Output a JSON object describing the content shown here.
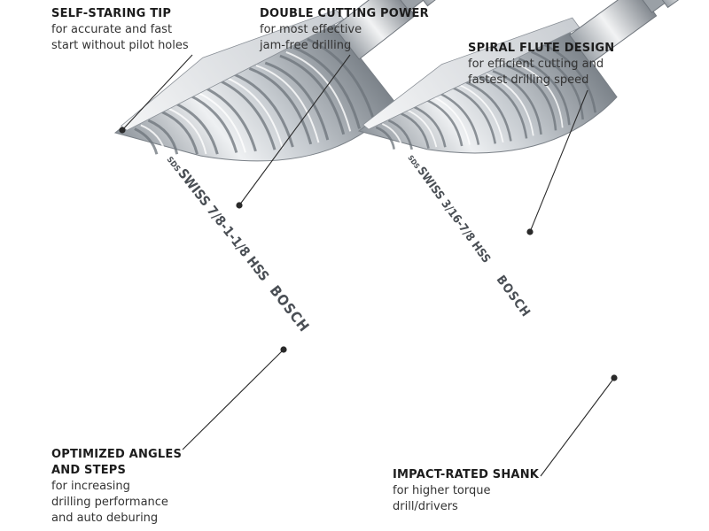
{
  "callouts": {
    "tip": {
      "title": "SELF-STARING TIP",
      "lines": [
        "for accurate and fast",
        "start without pilot holes"
      ]
    },
    "cutting": {
      "title": "DOUBLE CUTTING POWER",
      "lines": [
        "for most effective",
        "jam-free drilling"
      ]
    },
    "flute": {
      "title": "SPIRAL FLUTE DESIGN",
      "lines": [
        "for efficient cutting and",
        "fastest drilling speed"
      ]
    },
    "angles": {
      "title_lines": [
        "OPTIMIZED ANGLES",
        "AND STEPS"
      ],
      "lines": [
        "for increasing",
        "drilling performance",
        "and auto deburing"
      ]
    },
    "shank": {
      "title": "IMPACT-RATED SHANK",
      "lines": [
        "for higher torque",
        "drill/drivers"
      ]
    }
  },
  "bits": {
    "left": {
      "model": "SDS",
      "marking": "SWISS 7/8-1-1/8 HSS",
      "brand": "BOSCH"
    },
    "right": {
      "model": "SDS",
      "marking": "SWISS 3/16-7/8 HSS",
      "brand": "BOSCH"
    }
  },
  "colors": {
    "steel_light": "#eef0f2",
    "steel_mid": "#b9bec4",
    "steel_dark": "#6f757c",
    "leader": "#2a2a2a"
  }
}
